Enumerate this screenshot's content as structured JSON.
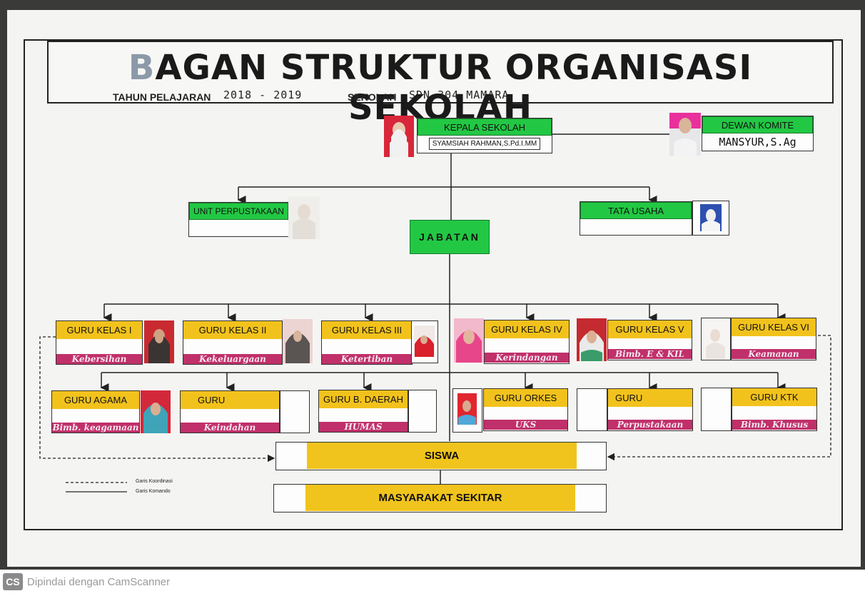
{
  "title": {
    "lead": "B",
    "rest": "AGAN STRUKTUR ORGANISASI SEKOLAH"
  },
  "year_label": "TAHUN PELAJARAN",
  "year_value": "2018 - 2019",
  "school_label": "SEKOLAH",
  "school_value": "SDN 304 MAMARA",
  "head": {
    "label": "KEPALA SEKOLAH",
    "name": "SYAMSIAH RAHMAN,S.Pd.I.MM"
  },
  "committee": {
    "label": "DEWAN KOMITE",
    "name": "MANSYUR,S.Ag"
  },
  "library": {
    "label": "UNiT PERPUSTAKAAN"
  },
  "admin": {
    "label": "TATA USAHA"
  },
  "position": {
    "label": "JABATAN"
  },
  "row1": [
    {
      "label": "GURU KELAS I",
      "duty": "Kebersihan"
    },
    {
      "label": "GURU KELAS II",
      "duty": "Kekeluargaan"
    },
    {
      "label": "GURU KELAS III",
      "duty": "Ketertiban"
    },
    {
      "label": "GURU KELAS IV",
      "duty": "Kerindangan"
    },
    {
      "label": "GURU KELAS V",
      "duty": "Bimb. E & KIL"
    },
    {
      "label": "GURU KELAS VI",
      "duty": "Keamanan"
    }
  ],
  "row2": [
    {
      "label": "GURU AGAMA",
      "duty": "Bimb. keagamaan"
    },
    {
      "label": "GURU",
      "duty": "Keindahan"
    },
    {
      "label": "GURU B. DAERAH",
      "duty": "HUMAS"
    },
    {
      "label": "GURU ORKES",
      "duty": "UKS"
    },
    {
      "label": "GURU",
      "duty": "Perpustakaan"
    },
    {
      "label": "GURU KTK",
      "duty": "Bimb. Khusus"
    }
  ],
  "students": {
    "label": "SISWA"
  },
  "community": {
    "label": "MASYARAKAT SEKITAR"
  },
  "legend": {
    "coordination": "Garis Koordinasi",
    "command": "Garis Komando"
  },
  "watermark": {
    "logo": "CS",
    "text": "Dipindai dengan CamScanner"
  },
  "colors": {
    "green": "#22c844",
    "yellow": "#f2c21c",
    "pink": "#c0306a"
  }
}
